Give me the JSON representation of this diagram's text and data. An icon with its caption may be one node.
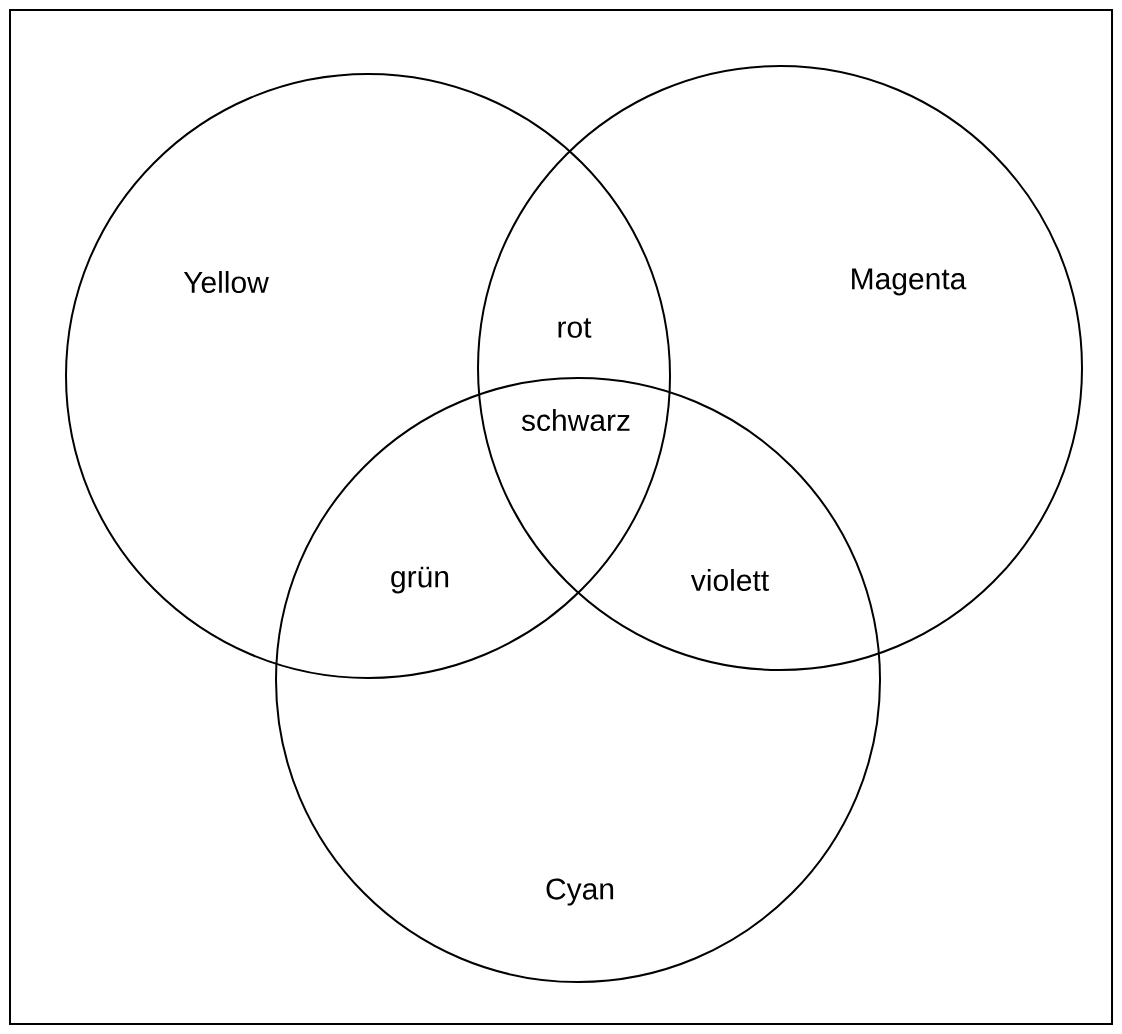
{
  "diagram": {
    "nodes": [
      {
        "text": [
          "Yellow"
        ]
      },
      {
        "text": [
          "Magenta"
        ]
      },
      {
        "text": [
          "Cyan"
        ]
      }
    ],
    "labels": [
      "rot",
      "schwarz",
      "grün",
      "violett"
    ]
  }
}
